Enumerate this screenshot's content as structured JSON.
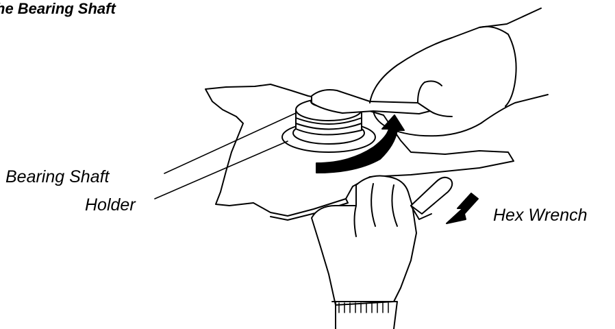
{
  "figure": {
    "title": "he Bearing Shaft",
    "labels": {
      "bearing_shaft": "Bearing Shaft",
      "holder": "Holder",
      "hex_wrench": "Hex Wrench"
    }
  },
  "colors": {
    "ink": "#000000",
    "paper": "#ffffff"
  }
}
